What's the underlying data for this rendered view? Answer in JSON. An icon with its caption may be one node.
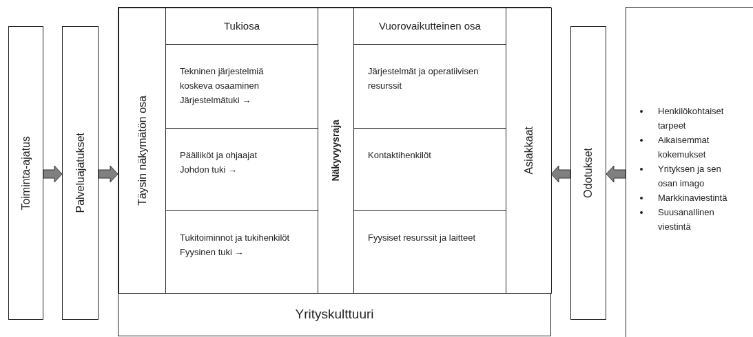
{
  "diagram": {
    "nodes": [
      {
        "text": [
          "Toiminta-ajatus"
        ]
      },
      {
        "text": [
          "Palveluajatukset"
        ]
      },
      {
        "text": [
          "Yrityskulttuuri"
        ]
      },
      {
        "text": [
          "Täysin näkymätön osa"
        ],
        "in": 2
      },
      {
        "text": [
          "Tukiosa"
        ],
        "in": 2
      },
      {
        "text": [
          "Tekninen järjestelmiä koskeva osaaminen",
          "Järjestelmätuki →"
        ],
        "in": 2
      },
      {
        "text": [
          "Päälliköt ja ohjaajat",
          "Johdon tuki →"
        ],
        "in": 2
      },
      {
        "text": [
          "Tukitoiminnot ja tukihenkilöt",
          "Fyysinen tuki →"
        ],
        "in": 2
      },
      {
        "text": [
          "Näkyvyysraja"
        ],
        "in": 2
      },
      {
        "text": [
          "Vuorovaikutteinen osa"
        ],
        "in": 2
      },
      {
        "text": [
          "Järjestelmät ja operatiivisen resurssit"
        ],
        "in": 2
      },
      {
        "text": [
          "Kontaktihenkilöt"
        ],
        "in": 2
      },
      {
        "text": [
          "Fyysiset resurssit ja laitteet"
        ],
        "in": 2
      },
      {
        "text": [
          "Asiakkaat"
        ],
        "in": 2
      },
      {
        "text": [
          "Odotukset"
        ]
      },
      {
        "text": [
          "Henkilökohtaiset tarpeet",
          "Aikaisemmat kokemukset",
          "Yrityksen ja sen osan imago",
          "Markkinaviestintä",
          "Suusanallinen viestintä"
        ]
      }
    ],
    "edges": [
      {
        "from": 0,
        "to": 1,
        "arrow": "to"
      },
      {
        "from": 1,
        "to": 3,
        "arrow": "to"
      },
      {
        "from": 14,
        "to": 13,
        "arrow": "to"
      },
      {
        "from": 15,
        "to": 14,
        "arrow": "to"
      }
    ]
  }
}
